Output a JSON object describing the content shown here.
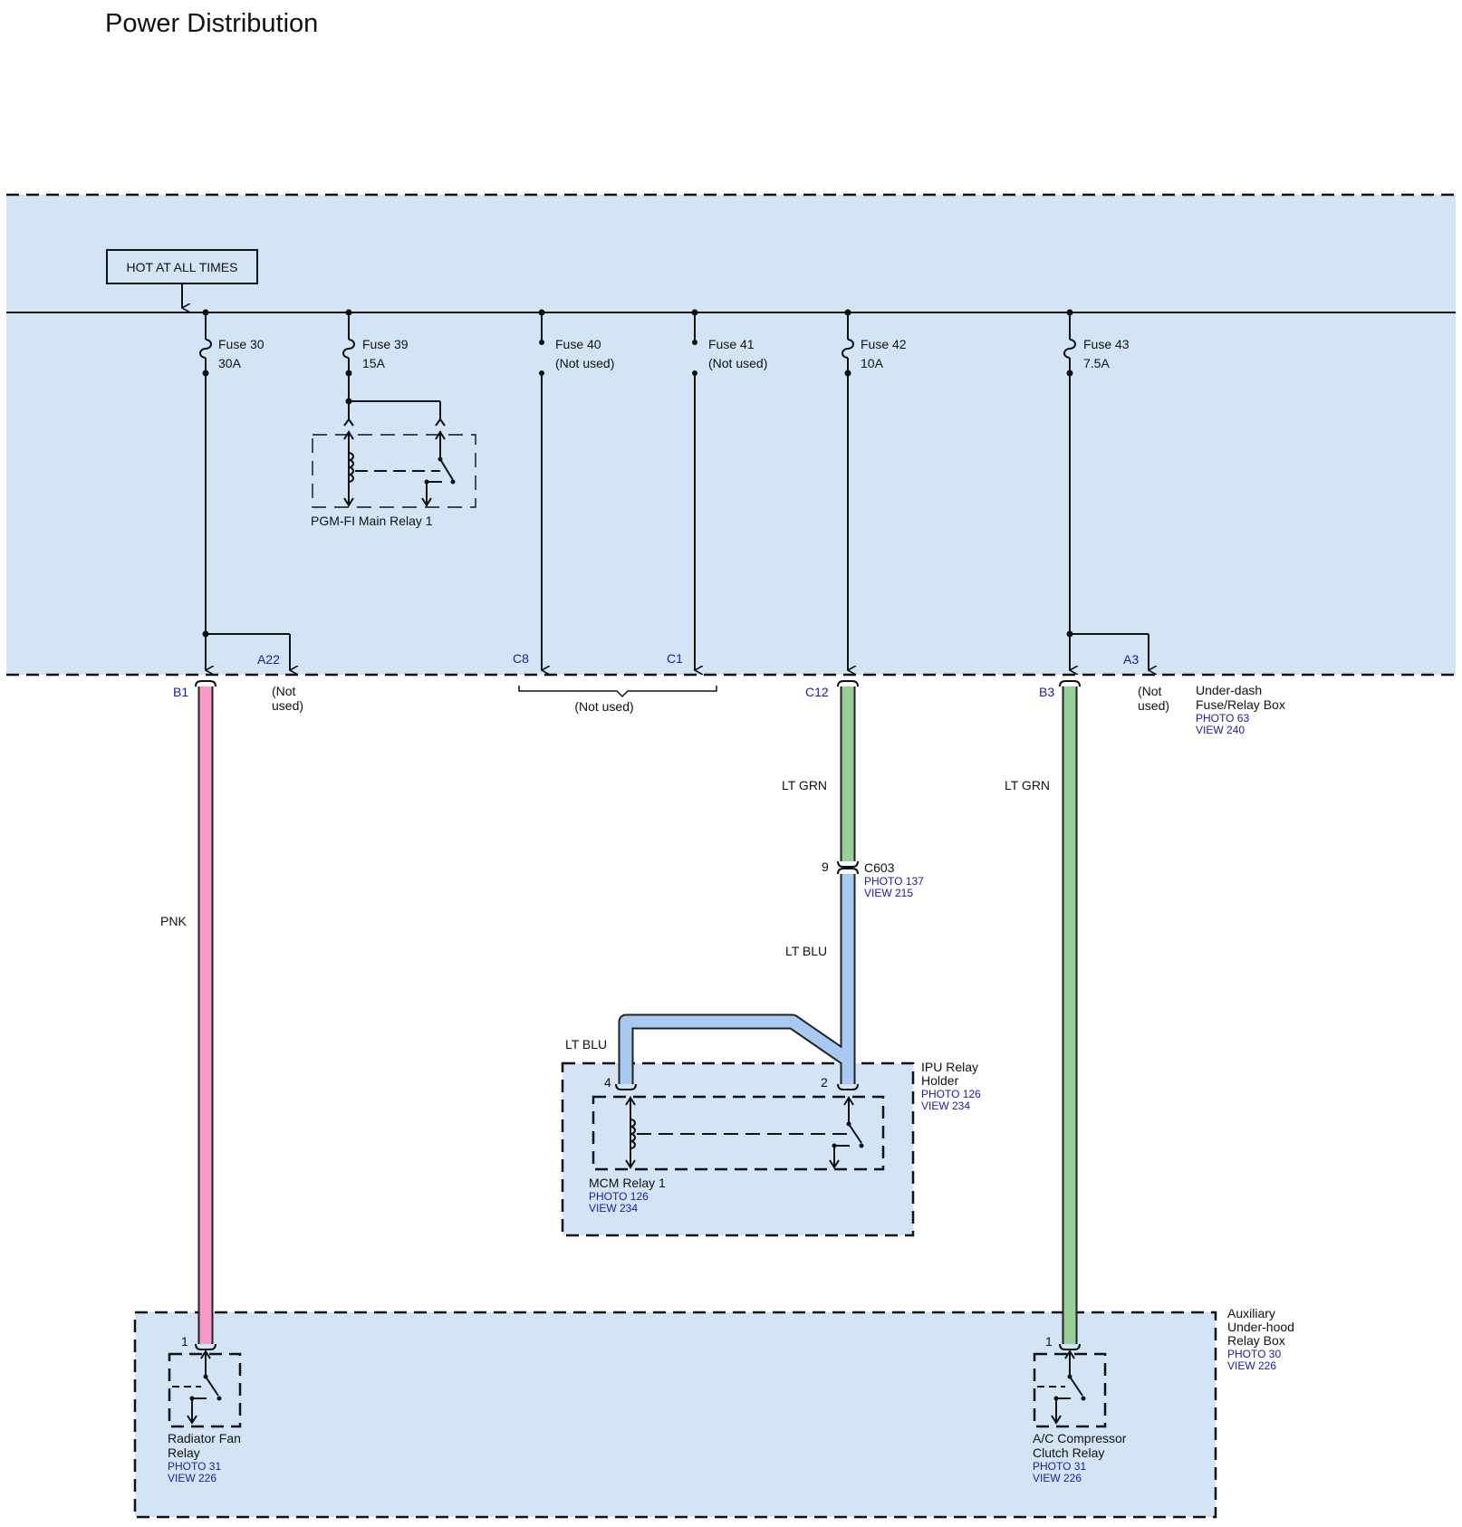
{
  "title": "Power Distribution",
  "hot_label": "HOT AT ALL TIMES",
  "fuses": [
    {
      "name": "Fuse 30",
      "rating": "30A"
    },
    {
      "name": "Fuse 39",
      "rating": "15A"
    },
    {
      "name": "Fuse 40",
      "rating": "(Not used)"
    },
    {
      "name": "Fuse 41",
      "rating": "(Not used)"
    },
    {
      "name": "Fuse 42",
      "rating": "10A"
    },
    {
      "name": "Fuse 43",
      "rating": "7.5A"
    }
  ],
  "pgm_relay": "PGM-FI Main Relay 1",
  "pins": {
    "A22": "A22",
    "C8": "C8",
    "C1": "C1",
    "A3": "A3",
    "B1": "B1",
    "C12": "C12",
    "B3": "B3"
  },
  "not_used": {
    "a22_l1": "(Not",
    "a22_l2": "used)",
    "c_group": "(Not used)",
    "a3_l1": "(Not",
    "a3_l2": "used)"
  },
  "underdash": {
    "l1": "Under-dash",
    "l2": "Fuse/Relay Box",
    "photo": "PHOTO 63",
    "view": "VIEW 240"
  },
  "wires": {
    "pnk": "PNK",
    "ltgrn1": "LT GRN",
    "ltgrn2": "LT GRN",
    "ltblu1": "LT BLU",
    "ltblu2": "LT BLU"
  },
  "wire_colors": {
    "pnk": "#f79ac8",
    "ltgrn": "#96cf98",
    "ltblu": "#a8c9f1",
    "box_fill": "#d3e4f4"
  },
  "c603": {
    "pin": "9",
    "name": "C603",
    "photo": "PHOTO 137",
    "view": "VIEW 215"
  },
  "ipu": {
    "l1": "IPU Relay",
    "l2": "Holder",
    "photo": "PHOTO 126",
    "view": "VIEW 234",
    "pin4": "4",
    "pin2": "2"
  },
  "mcm": {
    "name": "MCM Relay 1",
    "photo": "PHOTO 126",
    "view": "VIEW 234"
  },
  "aux": {
    "l1": "Auxiliary",
    "l2": "Under-hood",
    "l3": "Relay Box",
    "photo": "PHOTO 30",
    "view": "VIEW 226"
  },
  "rad_relay": {
    "pin": "1",
    "l1": "Radiator Fan",
    "l2": "Relay",
    "photo": "PHOTO 31",
    "view": "VIEW 226"
  },
  "ac_relay": {
    "pin": "1",
    "l1": "A/C Compressor",
    "l2": "Clutch Relay",
    "photo": "PHOTO 31",
    "view": "VIEW 226"
  }
}
